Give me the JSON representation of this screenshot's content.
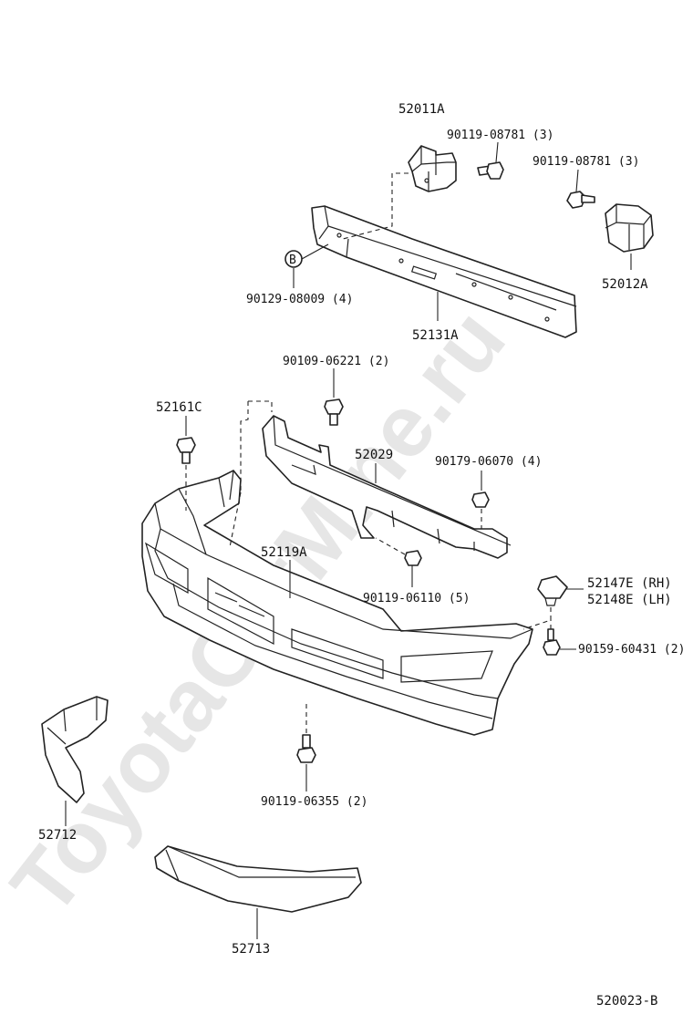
{
  "watermark": "ToyotaCarMine.ru",
  "diagram_code": "520023-B",
  "parts": {
    "p52011A": "52011A",
    "p90119_08781_a": "90119-08781 (3)",
    "p90119_08781_b": "90119-08781 (3)",
    "p52012A": "52012A",
    "p90129_08009": "90129-08009 (4)",
    "p52131A": "52131A",
    "p90109_06221": "90109-06221 (2)",
    "p52161C": "52161C",
    "p52029": "52029",
    "p90179_06070": "90179-06070 (4)",
    "p52119A": "52119A",
    "p90119_06110": "90119-06110 (5)",
    "p52147E": "52147E (RH)",
    "p52148E": "52148E (LH)",
    "p90159_60431": "90159-60431 (2)",
    "p90119_06355": "90119-06355 (2)",
    "p52712": "52712",
    "p52713": "52713"
  },
  "marker_letter": "B"
}
